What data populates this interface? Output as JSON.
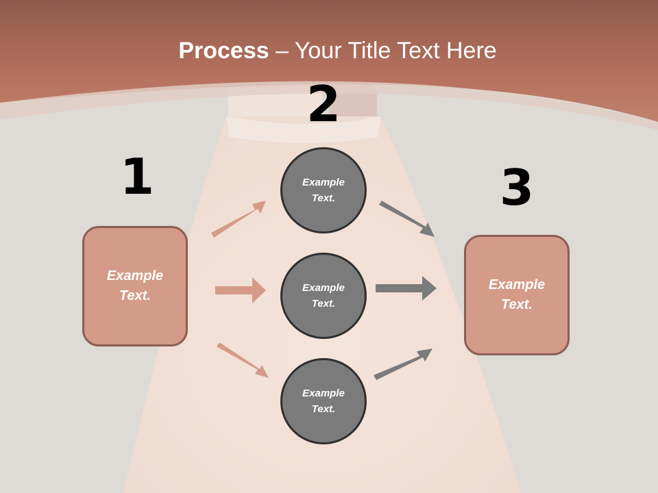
{
  "title": {
    "bold": "Process",
    "rest": " – Your Title Text Here"
  },
  "steps": [
    {
      "number": "1"
    },
    {
      "number": "2"
    },
    {
      "number": "3"
    }
  ],
  "left_box": {
    "line1": "Example",
    "line2": "Text."
  },
  "right_box": {
    "line1": "Example",
    "line2": "Text."
  },
  "circles": [
    {
      "line1": "Example",
      "line2": "Text."
    },
    {
      "line1": "Example",
      "line2": "Text."
    },
    {
      "line1": "Example",
      "line2": "Text."
    }
  ],
  "colors": {
    "header": "#b5705d",
    "box_fill": "#d39b88",
    "box_border": "#8c5e53",
    "circle_fill": "#7b7b7b",
    "circle_border": "#2f2f2f",
    "arrow_left": "#d39b88",
    "arrow_right": "#7b7b7b"
  }
}
